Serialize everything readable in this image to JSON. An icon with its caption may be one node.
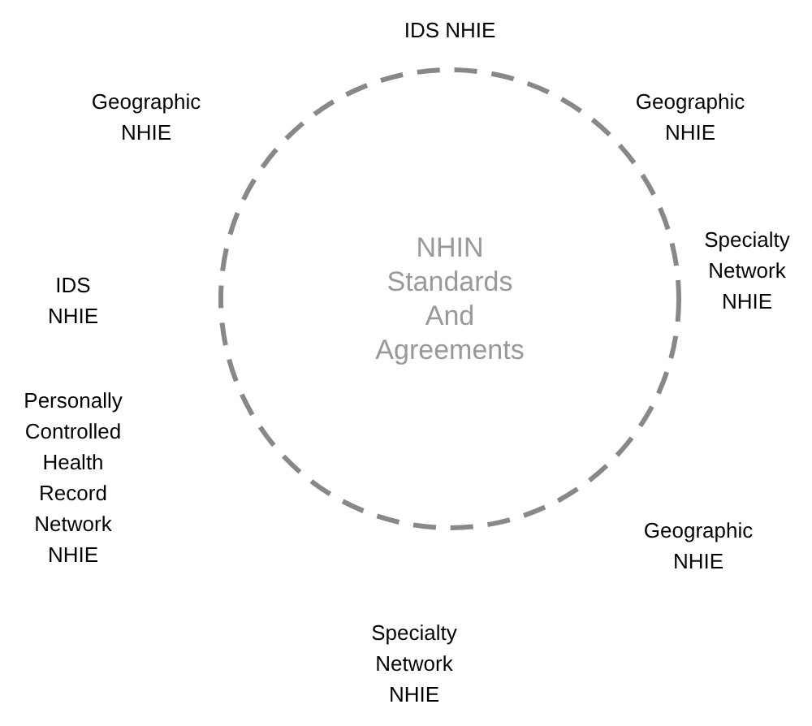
{
  "diagram": {
    "nodes": [
      {
        "text": [
          "NHIN Standards And Agreements"
        ]
      }
    ],
    "edges": [],
    "labels": [
      "IDS NHIE",
      "Geographic NHIE",
      "Geographic NHIE",
      "Specialty Network NHIE",
      "IDS NHIE",
      "Personally Controlled Health Record Network NHIE",
      "Geographic NHIE",
      "Specialty Network NHIE"
    ]
  }
}
